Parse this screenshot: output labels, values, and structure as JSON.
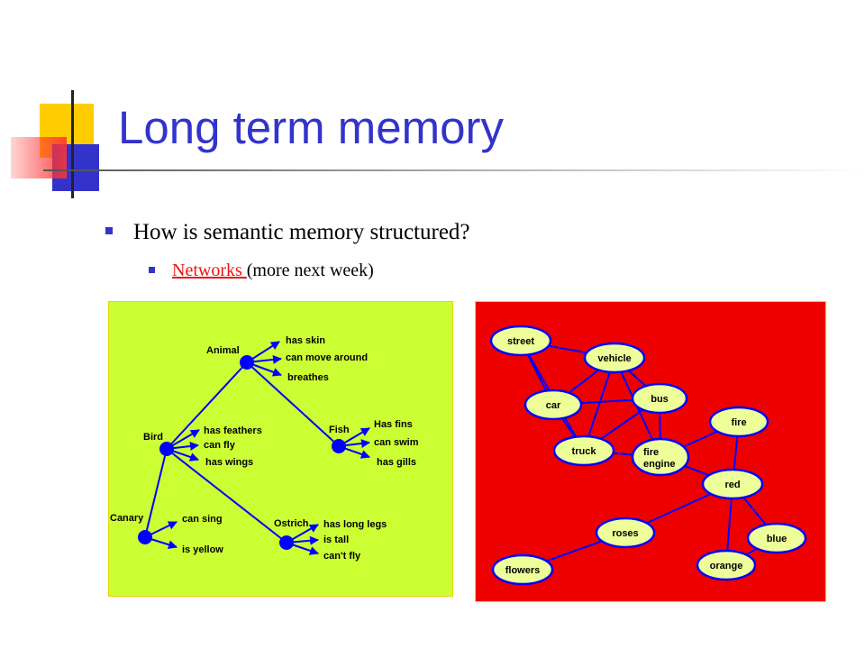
{
  "slide": {
    "title": "Long term memory",
    "bullets": [
      {
        "text": "How is semantic memory structured?"
      },
      {
        "link_text": "Networks ",
        "after_text": "(more next week)"
      }
    ]
  },
  "colors": {
    "title": "#3333cc",
    "link": "#ee1111",
    "left_panel_bg": "#ccff33",
    "right_panel_bg": "#ee0000",
    "node_blue": "#0000ff",
    "node_fill_yellow": "#eeff99",
    "deco_yellow": "#ffcc00",
    "deco_blue": "#3333cc",
    "deco_red": "#ff3333"
  },
  "hierarchy_network": {
    "nodes": [
      {
        "id": "animal",
        "label": "Animal",
        "properties": [
          "has skin",
          "can move around",
          "breathes"
        ]
      },
      {
        "id": "bird",
        "label": "Bird",
        "properties": [
          "has feathers",
          "can fly",
          "has wings"
        ]
      },
      {
        "id": "fish",
        "label": "Fish",
        "properties": [
          "Has fins",
          "can swim",
          "has gills"
        ]
      },
      {
        "id": "canary",
        "label": "Canary",
        "properties": [
          "can sing",
          "is yellow"
        ]
      },
      {
        "id": "ostrich",
        "label": "Ostrich",
        "properties": [
          "has long legs",
          "is tall",
          "can't fly"
        ]
      }
    ],
    "links": [
      [
        "animal",
        "bird"
      ],
      [
        "animal",
        "fish"
      ],
      [
        "bird",
        "canary"
      ],
      [
        "bird",
        "ostrich"
      ]
    ]
  },
  "spreading_activation_network": {
    "nodes": [
      {
        "id": "street",
        "label": "street"
      },
      {
        "id": "vehicle",
        "label": "vehicle"
      },
      {
        "id": "car",
        "label": "car"
      },
      {
        "id": "bus",
        "label": "bus"
      },
      {
        "id": "truck",
        "label": "truck"
      },
      {
        "id": "fire_engine",
        "label": "fire engine",
        "lines": [
          "fire",
          "engine"
        ]
      },
      {
        "id": "fire",
        "label": "fire"
      },
      {
        "id": "red",
        "label": "red"
      },
      {
        "id": "roses",
        "label": "roses"
      },
      {
        "id": "blue",
        "label": "blue"
      },
      {
        "id": "orange",
        "label": "orange"
      },
      {
        "id": "flowers",
        "label": "flowers"
      }
    ],
    "links": [
      [
        "street",
        "vehicle"
      ],
      [
        "street",
        "car"
      ],
      [
        "street",
        "truck"
      ],
      [
        "vehicle",
        "car"
      ],
      [
        "vehicle",
        "truck"
      ],
      [
        "vehicle",
        "fire_engine"
      ],
      [
        "vehicle",
        "bus"
      ],
      [
        "car",
        "bus"
      ],
      [
        "car",
        "truck"
      ],
      [
        "bus",
        "truck"
      ],
      [
        "bus",
        "fire_engine"
      ],
      [
        "fire_engine",
        "fire"
      ],
      [
        "fire_engine",
        "red"
      ],
      [
        "truck",
        "fire_engine"
      ],
      [
        "fire",
        "red"
      ],
      [
        "red",
        "roses"
      ],
      [
        "red",
        "blue"
      ],
      [
        "red",
        "orange"
      ],
      [
        "orange",
        "blue"
      ],
      [
        "roses",
        "flowers"
      ]
    ]
  }
}
